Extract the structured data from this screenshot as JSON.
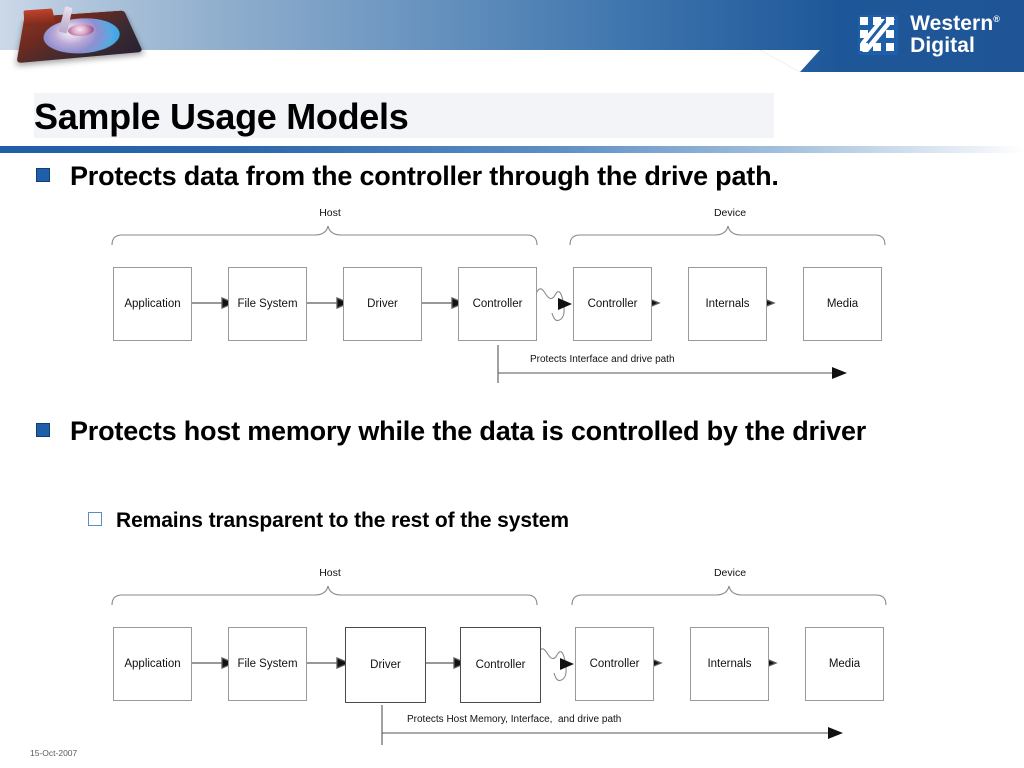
{
  "header": {
    "logo_text_line1": "Western",
    "logo_text_line2": "Digital",
    "registered_mark": "®",
    "logo_icon": "wd-checker-logo",
    "product_image": "hard-disk-drive-photo",
    "brand_color": "#1f5ea8"
  },
  "slide": {
    "title": "Sample Usage Models",
    "date_stamp": "15-Oct-2007",
    "bullet_color": "#1f5ea8",
    "sub_bullet_color": "#5b8fc4"
  },
  "bullets": [
    {
      "level": 1,
      "text": "Protects data from the controller through the drive path."
    },
    {
      "level": 1,
      "text": "Protects host memory while the data is controlled by the driver"
    },
    {
      "level": 2,
      "text": "Remains transparent to the rest of the system"
    }
  ],
  "diagrams": [
    {
      "id": "diagram-1",
      "group_labels": [
        "Host",
        "Device"
      ],
      "boxes": [
        {
          "label": "Application",
          "emphasis": false
        },
        {
          "label": "File System",
          "emphasis": false
        },
        {
          "label": "Driver",
          "emphasis": false
        },
        {
          "label": "Controller",
          "emphasis": false
        },
        {
          "label": "Controller",
          "emphasis": false
        },
        {
          "label": "Internals",
          "emphasis": false
        },
        {
          "label": "Media",
          "emphasis": false
        }
      ],
      "caption": "Protects Interface and drive path",
      "connector": "squiggle-interface"
    },
    {
      "id": "diagram-2",
      "group_labels": [
        "Host",
        "Device"
      ],
      "boxes": [
        {
          "label": "Application",
          "emphasis": false
        },
        {
          "label": "File System",
          "emphasis": false
        },
        {
          "label": "Driver",
          "emphasis": true
        },
        {
          "label": "Controller",
          "emphasis": true
        },
        {
          "label": "Controller",
          "emphasis": false
        },
        {
          "label": "Internals",
          "emphasis": false
        },
        {
          "label": "Media",
          "emphasis": false
        }
      ],
      "caption": "Protects Host Memory, Interface,  and drive path",
      "connector": "squiggle-interface"
    }
  ]
}
